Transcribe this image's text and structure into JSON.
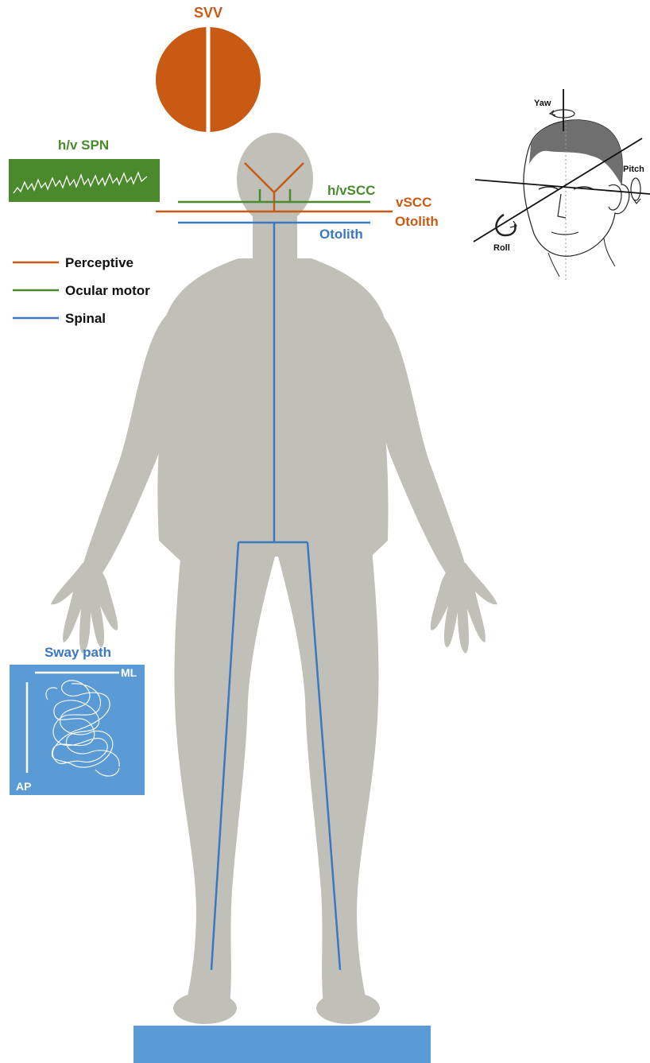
{
  "colors": {
    "perceptive": "#c85a14",
    "ocular_motor": "#4a8a2c",
    "spinal": "#3a78c2",
    "body": "#c0c0b9",
    "sway_box": "#5b9bd5",
    "platform": "#5b9bd5",
    "spn_box": "#4a8a2c"
  },
  "svv": {
    "label": "SVV"
  },
  "spn": {
    "label": "h/v SPN"
  },
  "head_labels": {
    "hv_scc": "h/vSCC",
    "v_scc": "vSCC",
    "otolith_perceptive": "Otolith",
    "otolith_spinal": "Otolith"
  },
  "legend": {
    "items": [
      {
        "label": "Perceptive",
        "color": "#c85a14"
      },
      {
        "label": "Ocular motor",
        "color": "#4a8a2c"
      },
      {
        "label": "Spinal",
        "color": "#3a78c2"
      }
    ]
  },
  "head_axes": {
    "yaw": "Yaw",
    "pitch": "Pitch",
    "roll": "Roll"
  },
  "sway": {
    "title": "Sway path",
    "ml": "ML",
    "ap": "AP"
  }
}
